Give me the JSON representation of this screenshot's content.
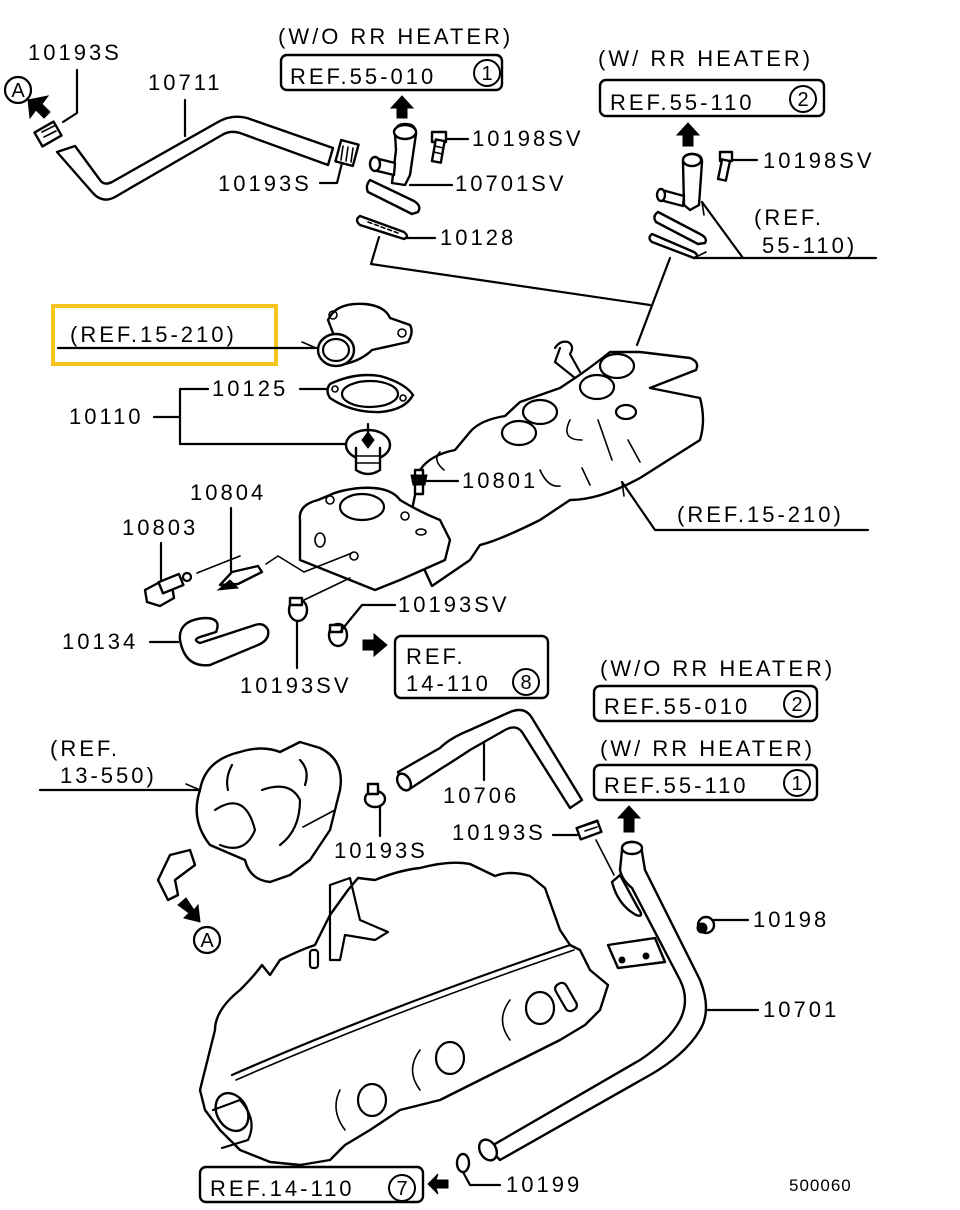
{
  "diagram": {
    "highlight_color": "#F7C51E",
    "figure_code": "500060",
    "ref_boxes": [
      {
        "id": "ref-55-010-1",
        "text": "REF.55-010",
        "circled": "1",
        "condition": "(W/O RR HEATER)"
      },
      {
        "id": "ref-55-110-2",
        "text": "REF.55-110",
        "circled": "2",
        "condition": "(W/ RR HEATER)"
      },
      {
        "id": "ref-14-110-8",
        "line1": "REF.",
        "line2": "14-110",
        "circled": "8"
      },
      {
        "id": "ref-55-010-2",
        "text": "REF.55-010",
        "circled": "2",
        "condition": "(W/O RR HEATER)"
      },
      {
        "id": "ref-55-110-1",
        "text": "REF.55-110",
        "circled": "1",
        "condition": "(W/ RR HEATER)"
      },
      {
        "id": "ref-14-110-7",
        "text": "REF.14-110",
        "circled": "7"
      }
    ],
    "ref_notes": [
      {
        "id": "ref-15-210-highlighted",
        "text": "(REF.15-210)",
        "highlighted": true
      },
      {
        "id": "ref-15-210-manifold",
        "text": "(REF.15-210)"
      },
      {
        "id": "ref-55-110-outlet",
        "line1": "(REF.",
        "line2": "55-110)"
      },
      {
        "id": "ref-13-550",
        "line1": "(REF.",
        "line2": "13-550)"
      }
    ],
    "connector_marks": [
      {
        "id": "connector-a-top",
        "letter": "A"
      },
      {
        "id": "connector-a-bottom",
        "letter": "A"
      }
    ],
    "part_labels": [
      {
        "id": "p-10193s-a",
        "text": "10193S"
      },
      {
        "id": "p-10711",
        "text": "10711"
      },
      {
        "id": "p-10193s-b",
        "text": "10193S"
      },
      {
        "id": "p-10198sv-a",
        "text": "10198SV"
      },
      {
        "id": "p-10701sv",
        "text": "10701SV"
      },
      {
        "id": "p-10128",
        "text": "10128"
      },
      {
        "id": "p-10198sv-b",
        "text": "10198SV"
      },
      {
        "id": "p-10125",
        "text": "10125"
      },
      {
        "id": "p-10110",
        "text": "10110"
      },
      {
        "id": "p-10801",
        "text": "10801"
      },
      {
        "id": "p-10804",
        "text": "10804"
      },
      {
        "id": "p-10803",
        "text": "10803"
      },
      {
        "id": "p-10193sv-a",
        "text": "10193SV"
      },
      {
        "id": "p-10134",
        "text": "10134"
      },
      {
        "id": "p-10193sv-b",
        "text": "10193SV"
      },
      {
        "id": "p-10706",
        "text": "10706"
      },
      {
        "id": "p-10193s-c",
        "text": "10193S"
      },
      {
        "id": "p-10193s-d",
        "text": "10193S"
      },
      {
        "id": "p-10198",
        "text": "10198"
      },
      {
        "id": "p-10701",
        "text": "10701"
      },
      {
        "id": "p-10199",
        "text": "10199"
      }
    ]
  }
}
